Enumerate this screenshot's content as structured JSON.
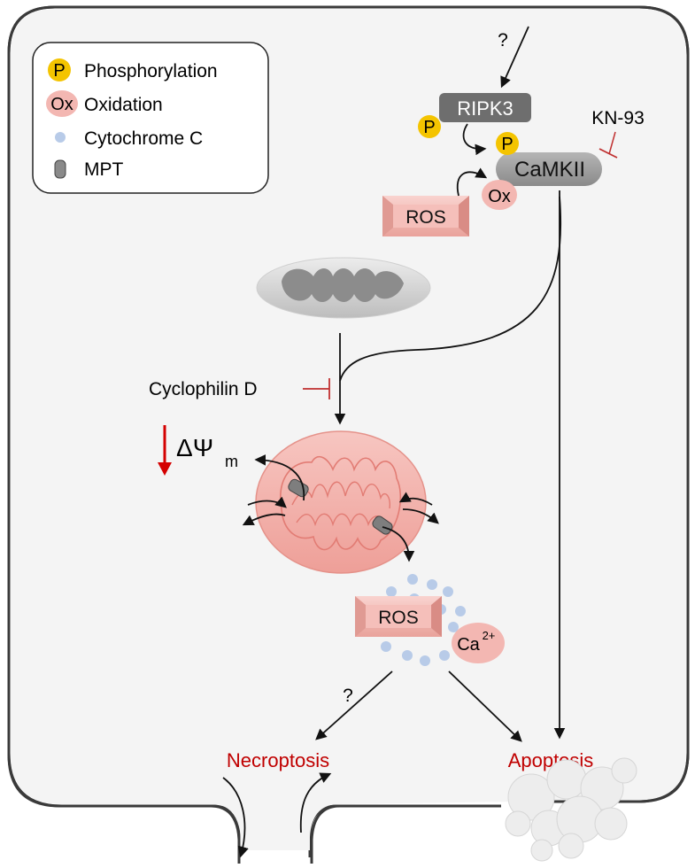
{
  "legend": {
    "items": [
      {
        "symbol": "P",
        "label": "Phosphorylation"
      },
      {
        "symbol": "Ox",
        "label": "Oxidation"
      },
      {
        "symbol": "",
        "label": "Cytochrome C"
      },
      {
        "symbol": "",
        "label": "MPT"
      }
    ]
  },
  "nodes": {
    "question_top": "?",
    "ripk3": "RIPK3",
    "phospho_symbol": "P",
    "camkii": "CaMKII",
    "ox_symbol": "Ox",
    "ros_top": "ROS",
    "kn93": "KN-93",
    "cyclophilin": "Cyclophilin D",
    "delta_psi": "ΔΨ",
    "delta_psi_sub": "m",
    "ros_bottom": "ROS",
    "calcium": "Ca",
    "calcium_sup": "2+",
    "question_bottom": "?",
    "necroptosis": "Necroptosis",
    "apoptosis": "Apoptosis"
  },
  "colors": {
    "phospho_fill": "#f4c400",
    "ox_fill": "#f3b7b2",
    "mito_fill": "#f2aca6",
    "cyto_c": "#b8cbe8",
    "outcome_red": "#c00000",
    "inhibit_red": "#c03030",
    "cell_fill": "#f4f4f4",
    "protein_grey": "#6e6e6e"
  }
}
